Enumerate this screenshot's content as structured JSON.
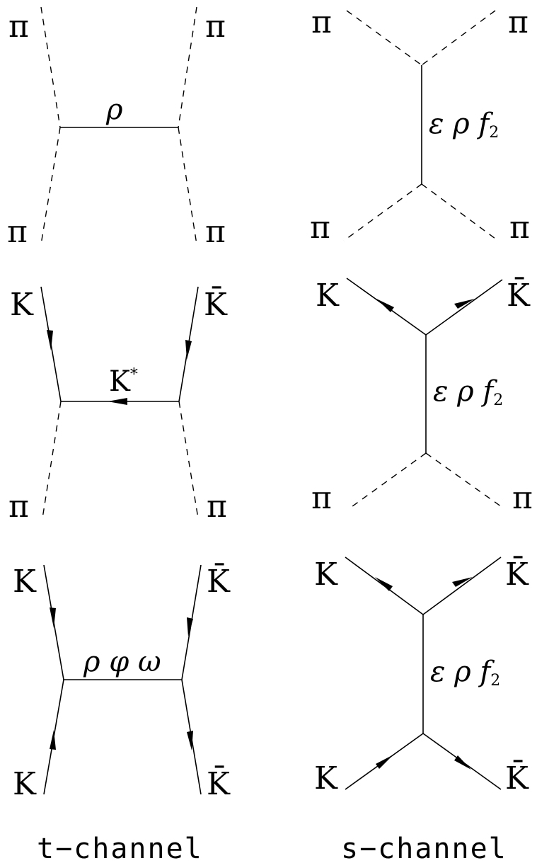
{
  "labels": {
    "pi": "π",
    "kaon": "K",
    "antikaon": "K̄",
    "t1_exchange": "ρ",
    "t2_exchange_base": "K",
    "t2_exchange_sup": "*",
    "t3_exchange": "ρ φ ω",
    "s_exchange": "ε ρ f",
    "s_exchange_sub": "2"
  },
  "captions": {
    "t_channel": "t−channel",
    "s_channel": "s−channel"
  }
}
